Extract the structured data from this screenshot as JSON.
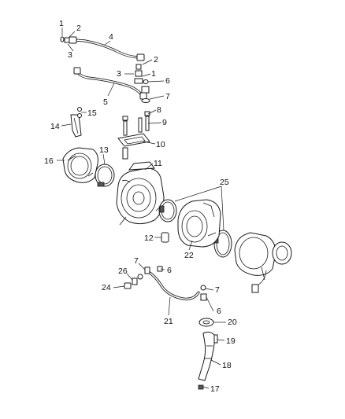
{
  "callouts": {
    "c1a": "1",
    "c1b": "1",
    "c2a": "2",
    "c2b": "2",
    "c3a": "3",
    "c3b": "3",
    "c4": "4",
    "c5": "5",
    "c6a": "6",
    "c6b": "6",
    "c6c": "6",
    "c7a": "7",
    "c7b": "7",
    "c7c": "7",
    "c8": "8",
    "c9": "9",
    "c10": "10",
    "c11": "11",
    "c12": "12",
    "c13": "13",
    "c14": "14",
    "c15": "15",
    "c16": "16",
    "c17": "17",
    "c18": "18",
    "c19": "19",
    "c20": "20",
    "c21": "21",
    "c22": "22",
    "c24": "24",
    "c25": "25",
    "c26": "26"
  }
}
